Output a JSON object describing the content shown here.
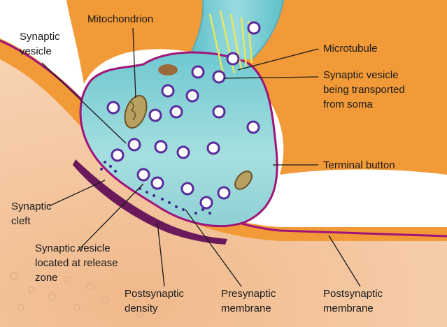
{
  "labels": {
    "mitochondrion": "Mitochondrion",
    "synaptic_vesicle_1": "Synaptic",
    "synaptic_vesicle_2": "vesicle",
    "microtubule": "Microtubule",
    "transported_1": "Synaptic vesicle",
    "transported_2": "being transported",
    "transported_3": "from soma",
    "terminal_button": "Terminal button",
    "cleft_1": "Synaptic",
    "cleft_2": "cleft",
    "release_1": "Synaptic vesicle",
    "release_2": "located at release",
    "release_3": "zone",
    "postsyn_density_1": "Postsynaptic",
    "postsyn_density_2": "density",
    "presyn_membrane_1": "Presynaptic",
    "presyn_membrane_2": "membrane",
    "postsyn_membrane_1": "Postsynaptic",
    "postsyn_membrane_2": "membrane"
  },
  "colors": {
    "background": "#ffffff",
    "postsynaptic_cell": "#f29a38",
    "postsynaptic_cytoplasm": "#f6c9a4",
    "terminal_fill": "#8fd3d6",
    "membrane": "#a0147a",
    "vesicle": "#5a2c9c",
    "mitochondrion": "#b8a060",
    "microtubule": "#e8e85a",
    "leader_line": "#1a1a1a"
  }
}
